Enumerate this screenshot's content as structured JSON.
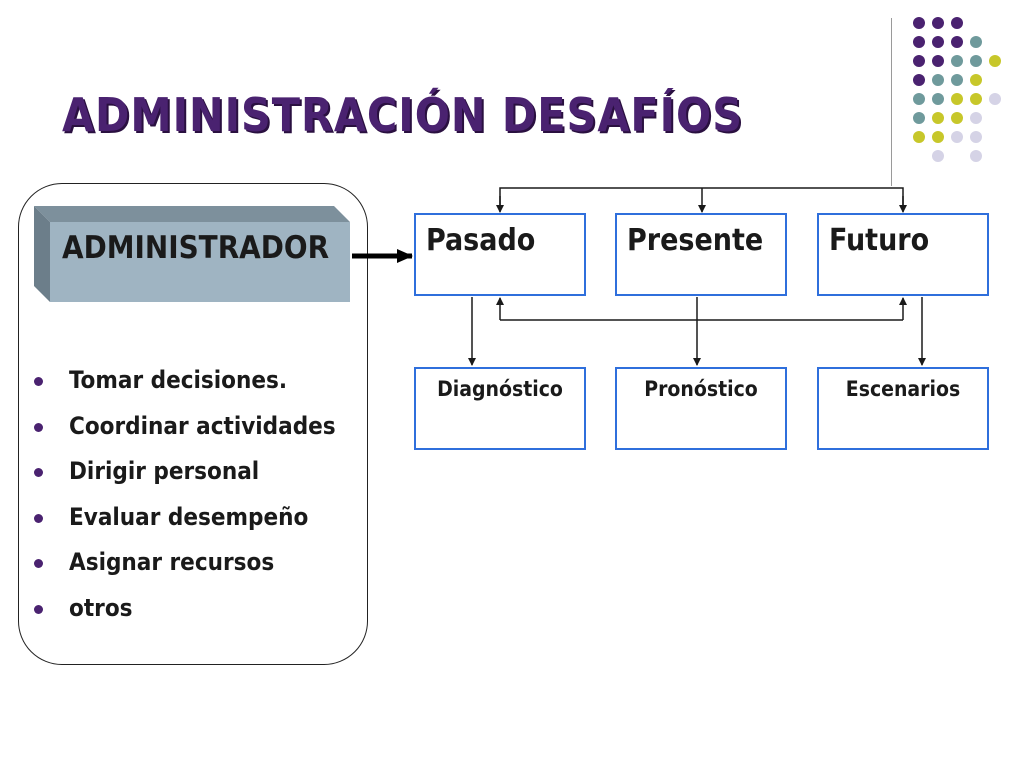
{
  "slide": {
    "title": "ADMINISTRACIÓN DESAFÍOS"
  },
  "admin": {
    "label": "ADMINISTRADOR",
    "functions": [
      "Tomar decisiones.",
      "Coordinar actividades",
      "Dirigir personal",
      "Evaluar desempeño",
      "Asignar recursos",
      "otros"
    ]
  },
  "timeline": {
    "periods": [
      {
        "label": "Pasado"
      },
      {
        "label": "Presente"
      },
      {
        "label": "Futuro"
      }
    ],
    "results": [
      {
        "label": "Diagnóstico"
      },
      {
        "label": "Pronóstico"
      },
      {
        "label": "Escenarios"
      }
    ]
  },
  "colors": {
    "title": "#4a2270",
    "box_border": "#2f6fdc",
    "admin_box": "#9fb4c2",
    "dot_purple": "#4a2270",
    "dot_teal": "#6f9a9c",
    "dot_yellow": "#c7c72a",
    "dot_lavender": "#d5d3e6"
  }
}
